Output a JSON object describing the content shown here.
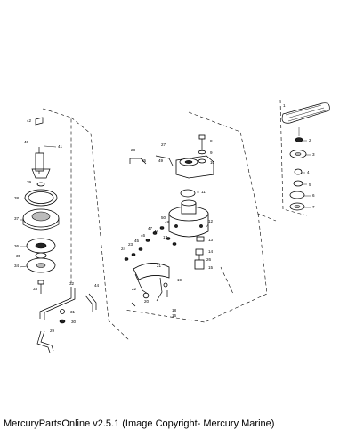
{
  "caption": "MercuryPartsOnline v2.5.1 (Image Copyright- Mercury Marine)",
  "labels": {
    "l1": "1",
    "l2": "2",
    "l3": "3",
    "l4": "4",
    "l5": "5",
    "l6": "6",
    "l7": "7",
    "l8": "8",
    "l9": "9",
    "l10": "10",
    "l11": "11",
    "l12": "12",
    "l13": "13",
    "l14": "14",
    "l15": "15",
    "l16": "16",
    "l17": "17",
    "l18": "18",
    "l19": "19",
    "l20": "20",
    "l21": "21",
    "l22": "22",
    "l23": "23",
    "l24": "24",
    "l25": "25",
    "l26": "26",
    "l27": "27",
    "l28": "28",
    "l29": "29",
    "l30": "30",
    "l31": "31",
    "l32": "32",
    "l33": "33",
    "l34": "34",
    "l35": "35",
    "l36": "36",
    "l37": "37",
    "l38": "38",
    "l39": "39",
    "l40": "40",
    "l41": "41",
    "l42": "42",
    "l43": "43",
    "l44": "44",
    "l45": "45",
    "l46": "46",
    "l47": "47",
    "l48": "48",
    "l49": "49",
    "l50": "50"
  }
}
